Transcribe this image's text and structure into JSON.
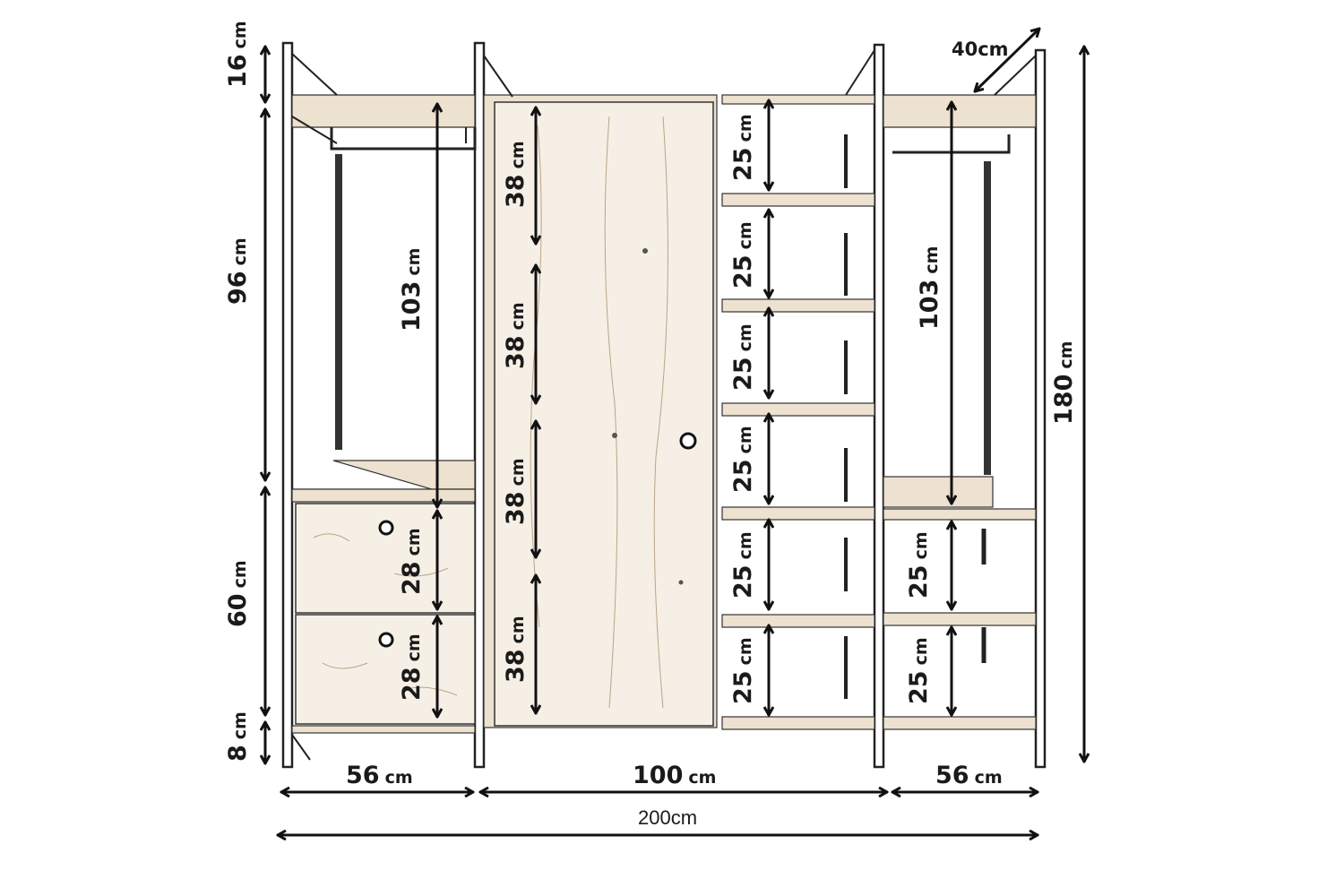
{
  "unit": "cm",
  "dimensions": {
    "left_top": "16",
    "left_upper": "96",
    "left_lower": "60",
    "left_bottom": "8",
    "left_hang": "103",
    "left_drawer_top": "28",
    "left_drawer_bottom": "28",
    "door_sections": [
      "38",
      "38",
      "38",
      "38"
    ],
    "mid_shelves": [
      "25",
      "25",
      "25",
      "25",
      "25",
      "25"
    ],
    "right_hang": "103",
    "right_lower_1": "25",
    "right_lower_2": "25",
    "depth": "40cm",
    "total_height": "180",
    "width_left": "56",
    "width_middle": "100",
    "width_right": "56",
    "total_width": "200cm"
  }
}
